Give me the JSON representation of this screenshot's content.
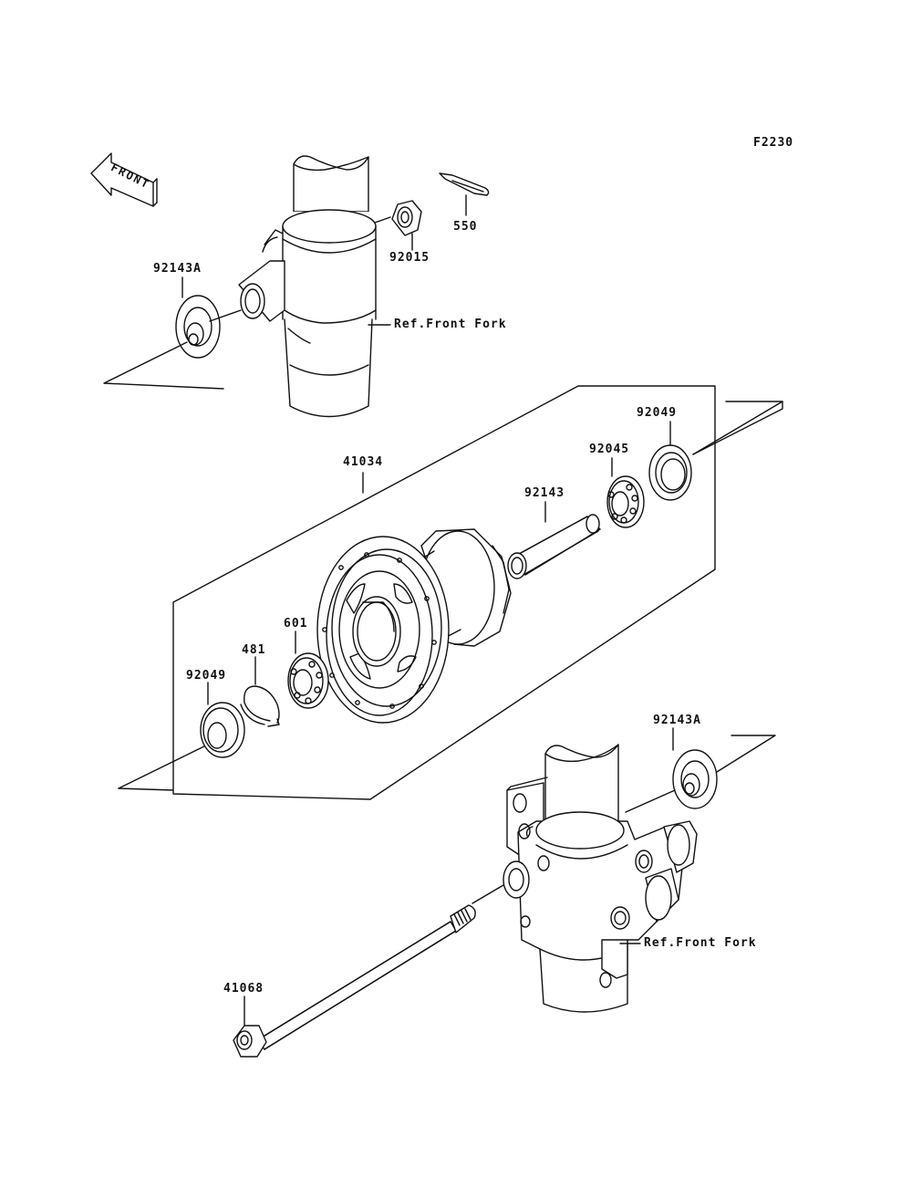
{
  "figure_code": "F2230",
  "front_indicator": "FRONT",
  "labels": {
    "p550": "550",
    "p92015": "92015",
    "p92143A_top": "92143A",
    "ref_front_fork_top": "Ref.Front Fork",
    "p41034": "41034",
    "p92049_right": "92049",
    "p92045": "92045",
    "p92143": "92143",
    "p601": "601",
    "p481": "481",
    "p92049_left": "92049",
    "p92143A_bottom": "92143A",
    "ref_front_fork_bottom": "Ref.Front Fork",
    "p41068": "41068"
  },
  "colors": {
    "ink": "#111111",
    "paper": "#ffffff"
  }
}
